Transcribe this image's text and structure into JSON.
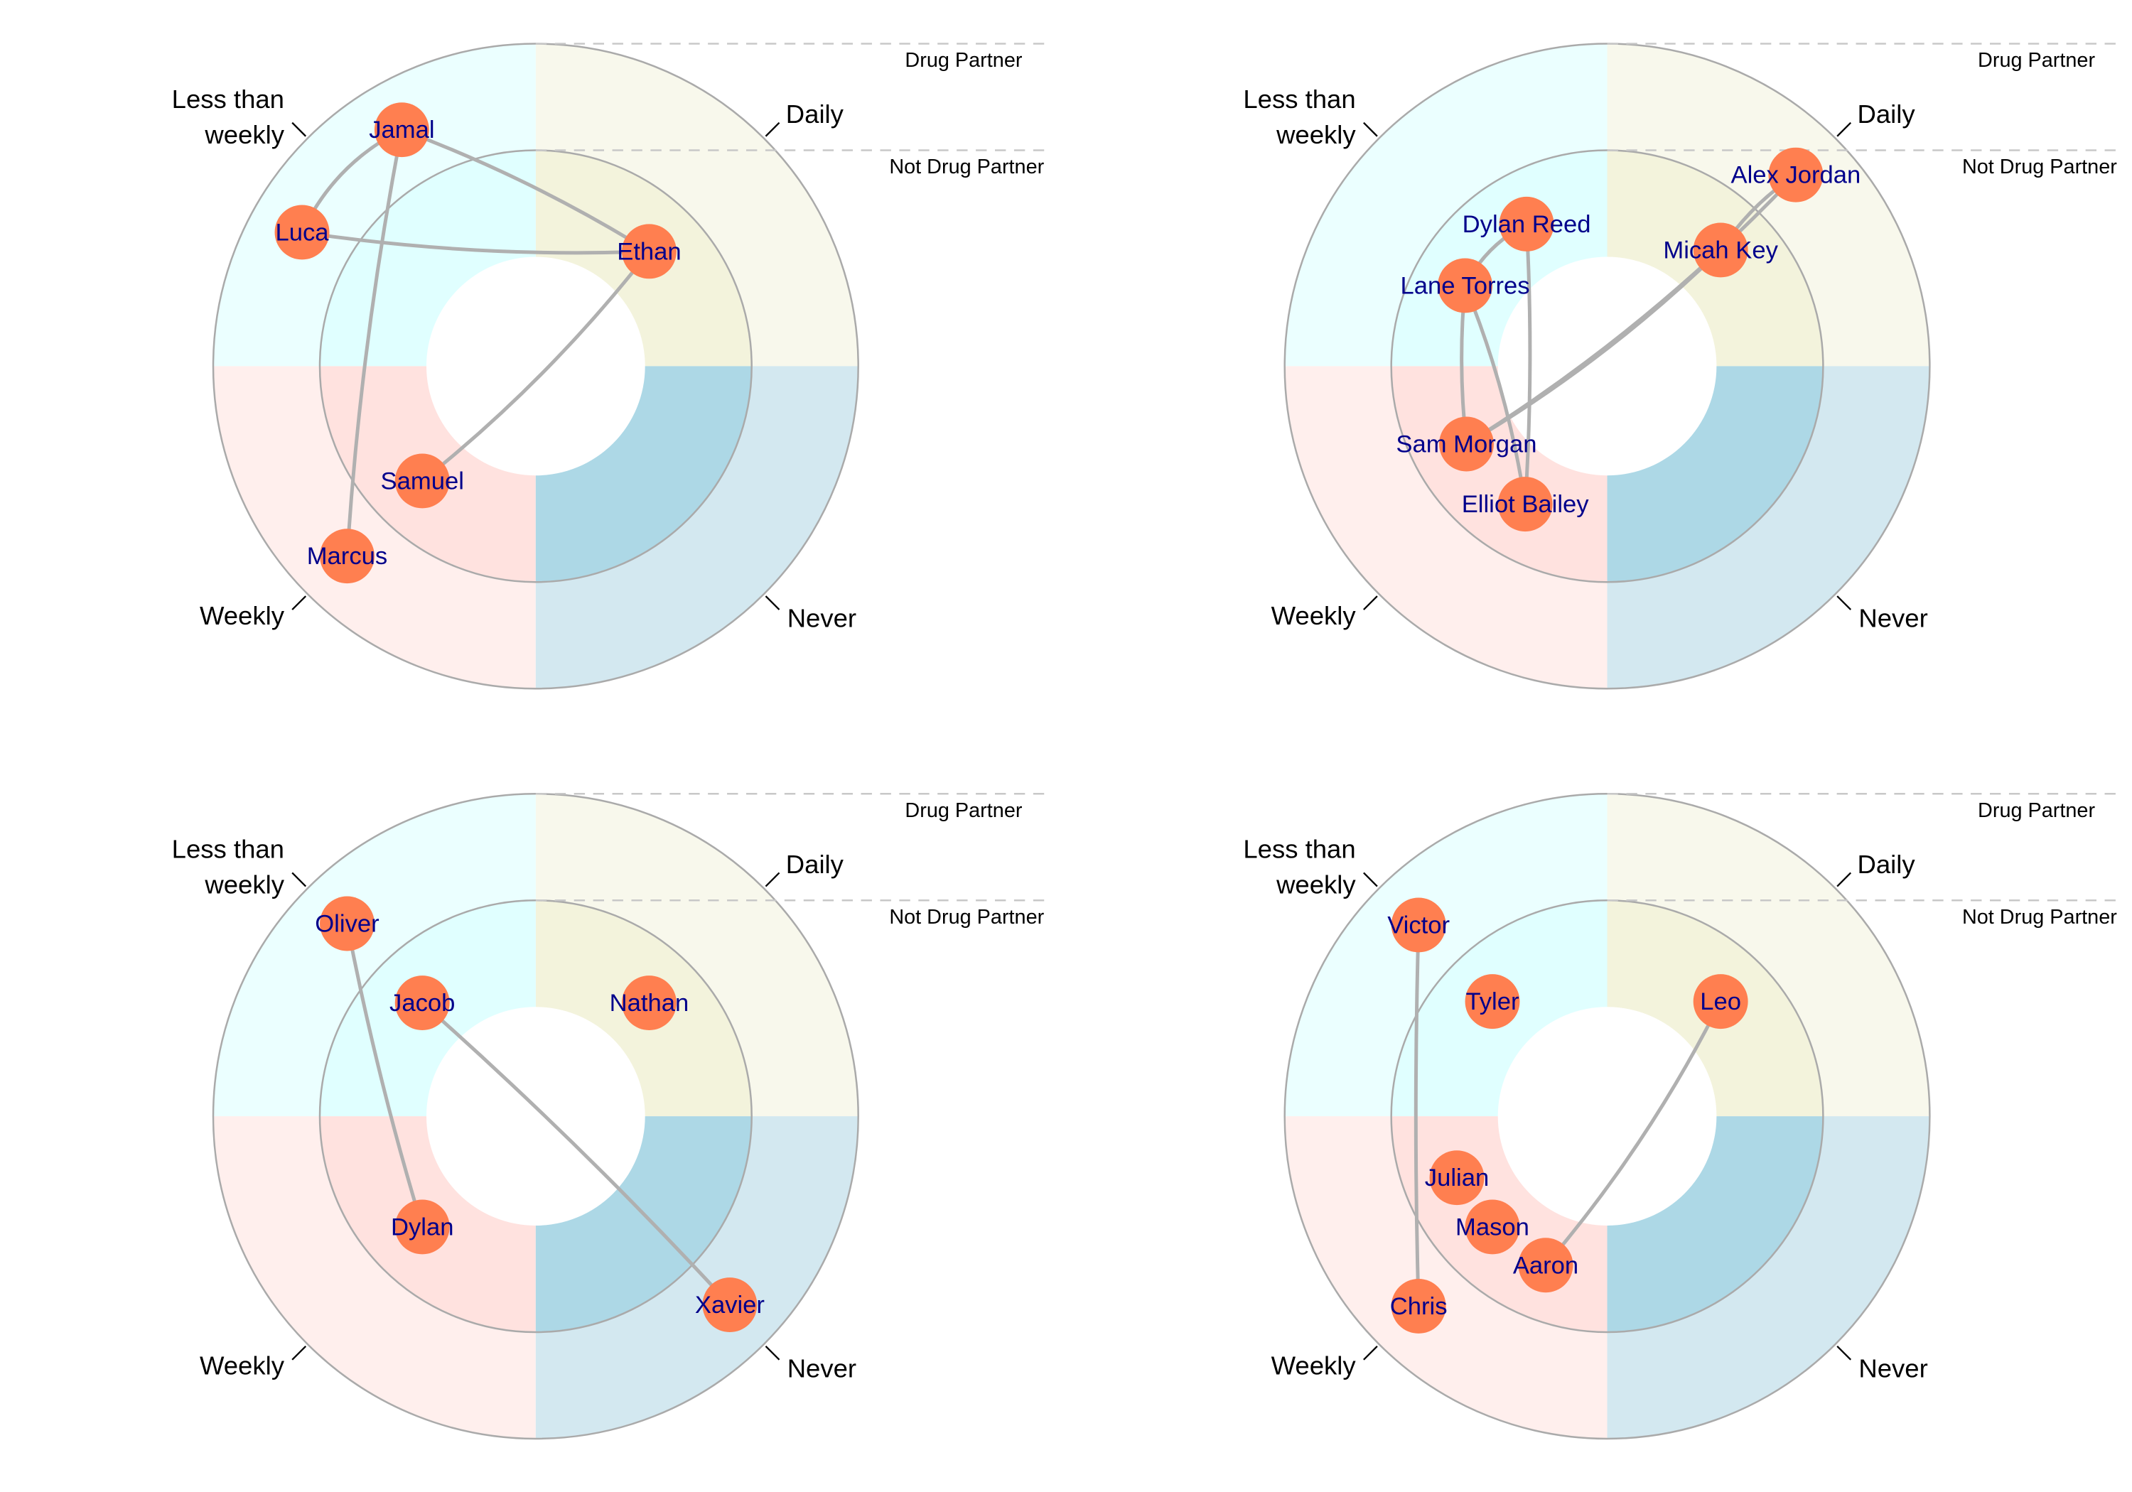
{
  "colors": {
    "node": "#ff7f50",
    "label": "#00008b",
    "edge": "#b0b0b0",
    "ring": "#aaaaaa",
    "quadrants": {
      "less_than_weekly": {
        "outer": "#ebffff",
        "inner": "#e0ffff"
      },
      "daily": {
        "outer": "#f8f8ec",
        "inner": "#f3f3dc"
      },
      "weekly": {
        "outer": "#ffefed",
        "inner": "#ffe2df"
      },
      "never": {
        "outer": "#d3e8f0",
        "inner": "#add8e6"
      }
    }
  },
  "categories": {
    "less_than_weekly": [
      "Less than",
      "weekly"
    ],
    "daily": "Daily",
    "weekly": "Weekly",
    "never": "Never"
  },
  "rings": {
    "outer": "Drug Partner",
    "inner": "Not Drug Partner"
  },
  "panels": [
    {
      "nodes": [
        {
          "name": "Jamal",
          "category": "less_than_weekly",
          "ring": "outer"
        },
        {
          "name": "Luca",
          "category": "less_than_weekly",
          "ring": "outer"
        },
        {
          "name": "Ethan",
          "category": "daily",
          "ring": "inner"
        },
        {
          "name": "Samuel",
          "category": "weekly",
          "ring": "inner"
        },
        {
          "name": "Marcus",
          "category": "weekly",
          "ring": "outer"
        }
      ],
      "edges": [
        [
          "Jamal",
          "Luca"
        ],
        [
          "Jamal",
          "Ethan"
        ],
        [
          "Luca",
          "Ethan"
        ],
        [
          "Ethan",
          "Samuel"
        ],
        [
          "Jamal",
          "Marcus"
        ]
      ]
    },
    {
      "nodes": [
        {
          "name": "Alex Jordan",
          "category": "daily",
          "ring": "outer"
        },
        {
          "name": "Micah Key",
          "category": "daily",
          "ring": "inner"
        },
        {
          "name": "Dylan Reed",
          "category": "less_than_weekly",
          "ring": "inner"
        },
        {
          "name": "Lane Torres",
          "category": "less_than_weekly",
          "ring": "inner"
        },
        {
          "name": "Sam Morgan",
          "category": "weekly",
          "ring": "inner"
        },
        {
          "name": "Elliot Bailey",
          "category": "weekly",
          "ring": "inner"
        }
      ],
      "edges": [
        [
          "Alex Jordan",
          "Micah Key"
        ],
        [
          "Alex Jordan",
          "Sam Morgan"
        ],
        [
          "Micah Key",
          "Sam Morgan"
        ],
        [
          "Dylan Reed",
          "Lane Torres"
        ],
        [
          "Dylan Reed",
          "Elliot Bailey"
        ],
        [
          "Lane Torres",
          "Sam Morgan"
        ],
        [
          "Lane Torres",
          "Elliot Bailey"
        ]
      ]
    },
    {
      "nodes": [
        {
          "name": "Oliver",
          "category": "less_than_weekly",
          "ring": "outer"
        },
        {
          "name": "Jacob",
          "category": "less_than_weekly",
          "ring": "inner"
        },
        {
          "name": "Nathan",
          "category": "daily",
          "ring": "inner"
        },
        {
          "name": "Dylan",
          "category": "weekly",
          "ring": "inner"
        },
        {
          "name": "Xavier",
          "category": "never",
          "ring": "outer"
        }
      ],
      "edges": [
        [
          "Oliver",
          "Dylan"
        ],
        [
          "Jacob",
          "Xavier"
        ]
      ]
    },
    {
      "nodes": [
        {
          "name": "Victor",
          "category": "less_than_weekly",
          "ring": "outer"
        },
        {
          "name": "Tyler",
          "category": "less_than_weekly",
          "ring": "inner"
        },
        {
          "name": "Leo",
          "category": "daily",
          "ring": "inner"
        },
        {
          "name": "Julian",
          "category": "weekly",
          "ring": "inner"
        },
        {
          "name": "Mason",
          "category": "weekly",
          "ring": "inner"
        },
        {
          "name": "Aaron",
          "category": "weekly",
          "ring": "inner"
        },
        {
          "name": "Chris",
          "category": "weekly",
          "ring": "outer"
        }
      ],
      "edges": [
        [
          "Victor",
          "Chris"
        ],
        [
          "Leo",
          "Aaron"
        ]
      ]
    }
  ]
}
